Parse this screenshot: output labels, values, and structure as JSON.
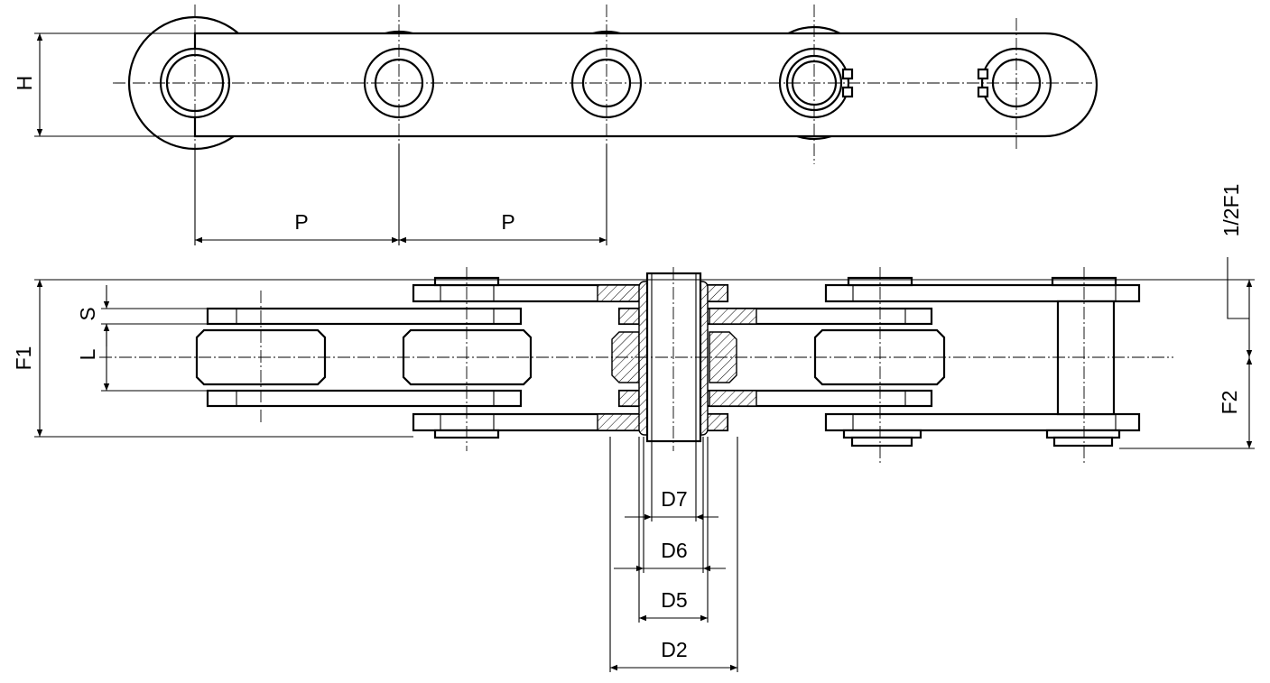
{
  "labels": {
    "H": "H",
    "P1": "P",
    "P2": "P",
    "F1": "F1",
    "S": "S",
    "L": "L",
    "half_F1": "1/2F1",
    "F2": "F2",
    "D7": "D7",
    "D6": "D6",
    "D5": "D5",
    "D2": "D2"
  }
}
